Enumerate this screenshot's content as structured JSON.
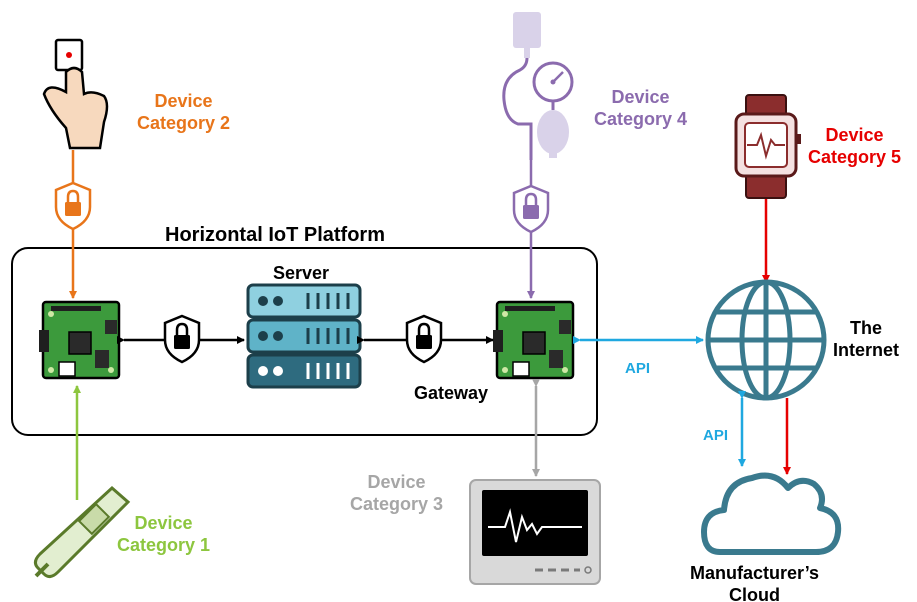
{
  "platform": {
    "title": "Horizontal IoT Platform"
  },
  "nodes": {
    "server": "Server",
    "gateway": "Gateway",
    "internet": [
      "The",
      "Internet"
    ],
    "cloud": [
      "Manufacturer’s",
      "Cloud"
    ]
  },
  "devices": {
    "cat1": [
      "Device",
      "Category 1"
    ],
    "cat2": [
      "Device",
      "Category 2"
    ],
    "cat3": [
      "Device",
      "Category 3"
    ],
    "cat4": [
      "Device",
      "Category 4"
    ],
    "cat5": [
      "Device",
      "Category 5"
    ]
  },
  "links": {
    "api_1": "API",
    "api_2": "API"
  },
  "colors": {
    "cat1": "#8DC63F",
    "cat2": "#E8751A",
    "cat3": "#A6A6A6",
    "cat4": "#8B6BAE",
    "cat5": "#E60000",
    "api": "#1FA8E0",
    "server": "#2E6B7F",
    "board": "#3C9A3C"
  }
}
